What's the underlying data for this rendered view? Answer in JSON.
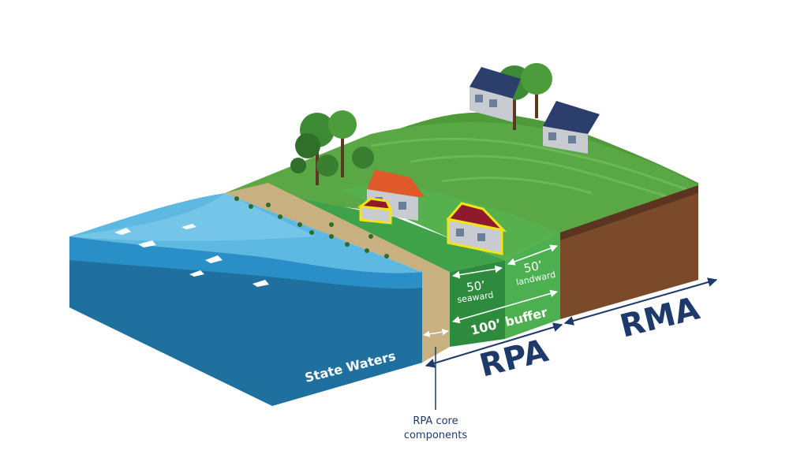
{
  "labels": {
    "state_waters": "State Waters",
    "seaward_dist": "50’",
    "seaward": "seaward",
    "landward_dist": "50’",
    "landward": "landward",
    "buffer": "100’ buffer",
    "rpa": "RPA",
    "rma": "RMA",
    "core_line1": "RPA core",
    "core_line2": "components"
  },
  "colors": {
    "water": "#2a8fc6",
    "water_deep": "#1f6f9f",
    "beach": "#c9b081",
    "seaward_zone": "#2e8b3e",
    "landward_zone": "#4caf50",
    "grass": "#5aa845",
    "soil": "#7a4a2a",
    "navy": "#1d3a6b",
    "highlight": "#f2e419"
  }
}
